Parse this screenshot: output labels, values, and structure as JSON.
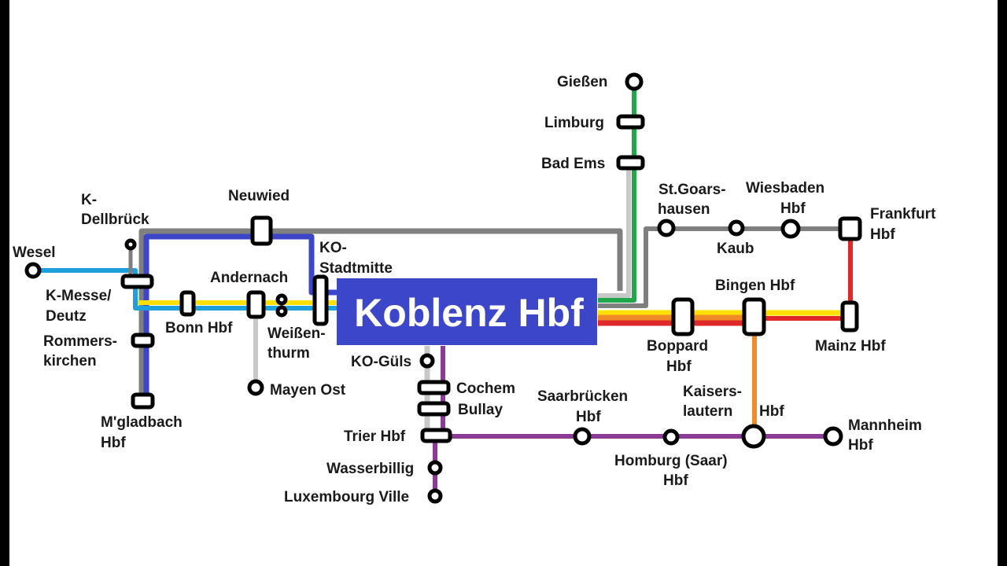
{
  "map": {
    "title": "Koblenz Hbf",
    "colors": {
      "background": "#ffffff",
      "frame": "#000000",
      "title_box": "#3c46c8",
      "title_text": "#ffffff",
      "stations": "#000000",
      "labels": "#1a1a1a"
    },
    "lines": [
      {
        "id": "north-rhine-left",
        "color": "#ffe000",
        "stations": [
          "Koblenz Hbf",
          "Weißen-thurm",
          "Andernach",
          "Bonn Hbf",
          "K-Messe/ Deutz"
        ]
      },
      {
        "id": "wesel",
        "color": "#1ea0dc",
        "stations": [
          "Koblenz Hbf",
          "Weißen-thurm",
          "Andernach",
          "Bonn Hbf",
          "K-Messe/ Deutz",
          "Wesel"
        ]
      },
      {
        "id": "right-rhine",
        "color": "#7f7f7f",
        "stations": [
          "Koblenz Hbf",
          "Neuwied",
          "K-Messe/ Deutz",
          "Rommers-kirchen",
          "M'gladbach Hbf"
        ]
      },
      {
        "id": "stadtmitte",
        "color": "#3c46c8",
        "stations": [
          "Koblenz Hbf",
          "KO-Stadtmitte",
          "Neuwied",
          "K-Dellbrück",
          "K-Messe/ Deutz",
          "M'gladbach Hbf"
        ]
      },
      {
        "id": "lahn",
        "color": "#22a84a",
        "stations": [
          "Koblenz Hbf",
          "Bad Ems",
          "Limburg",
          "Gießen"
        ]
      },
      {
        "id": "lahn-local",
        "color": "#c8c8c8",
        "stations": [
          "Koblenz Hbf",
          "Bad Ems"
        ]
      },
      {
        "id": "eifel",
        "color": "#c8c8c8",
        "stations": [
          "Andernach",
          "Mayen Ost"
        ]
      },
      {
        "id": "moselle-local",
        "color": "#c8c8c8",
        "stations": [
          "Koblenz Hbf",
          "KO-Güls",
          "Cochem",
          "Bullay",
          "Trier Hbf"
        ]
      },
      {
        "id": "rhine-right-bank",
        "color": "#7f7f7f",
        "stations": [
          "Koblenz Hbf",
          "St.Goars-hausen",
          "Kaub",
          "Wiesbaden Hbf",
          "Frankfurt Hbf"
        ]
      },
      {
        "id": "rhine-mainz",
        "color": "#ffe000",
        "stations": [
          "Koblenz Hbf",
          "Boppard Hbf",
          "Bingen Hbf",
          "Mainz Hbf"
        ]
      },
      {
        "id": "rhine-frankfurt",
        "color": "#e02828",
        "stations": [
          "Koblenz Hbf",
          "Boppard Hbf",
          "Bingen Hbf",
          "Mainz Hbf",
          "Frankfurt Hbf"
        ]
      },
      {
        "id": "nahe",
        "color": "#f08c28",
        "stations": [
          "Koblenz Hbf",
          "Boppard Hbf",
          "Bingen Hbf",
          "Kaiserslautern Hbf"
        ]
      },
      {
        "id": "moselle-saar",
        "color": "#8c3c96",
        "stations": [
          "Koblenz Hbf",
          "Cochem",
          "Bullay",
          "Trier Hbf",
          "Wasserbillig",
          "Luxembourg Ville"
        ]
      },
      {
        "id": "saar-pfalz",
        "color": "#8c3c96",
        "stations": [
          "Trier Hbf",
          "Saarbrücken Hbf",
          "Homburg (Saar) Hbf",
          "Kaiserslautern Hbf",
          "Mannheim Hbf"
        ]
      }
    ],
    "labels": {
      "giessen": "Gießen",
      "limburg": "Limburg",
      "bad_ems": "Bad Ems",
      "neuwied": "Neuwied",
      "k_dellbrueck_1": "K-",
      "k_dellbrueck_2": "Dellbrück",
      "wesel": "Wesel",
      "ko_stadtmitte_1": "KO-",
      "ko_stadtmitte_2": "Stadtmitte",
      "andernach": "Andernach",
      "k_messe_1": "K-Messe/",
      "k_messe_2": "Deutz",
      "bonn": "Bonn Hbf",
      "weissenthurm_1": "Weißen-",
      "weissenthurm_2": "thurm",
      "rommerskirchen_1": "Rommers-",
      "rommerskirchen_2": "kirchen",
      "mayen": "Mayen Ost",
      "mgladbach_1": "M'gladbach",
      "mgladbach_2": "Hbf",
      "ko_guels": "KO-Güls",
      "cochem": "Cochem",
      "bullay": "Bullay",
      "trier": "Trier Hbf",
      "wasserbillig": "Wasserbillig",
      "luxembourg": "Luxembourg Ville",
      "st_goarshausen_1": "St.Goars-",
      "st_goarshausen_2": "hausen",
      "kaub": "Kaub",
      "wiesbaden_1": "Wiesbaden",
      "wiesbaden_2": "Hbf",
      "frankfurt_1": "Frankfurt",
      "frankfurt_2": "Hbf",
      "bingen": "Bingen Hbf",
      "boppard_1": "Boppard",
      "boppard_2": "Hbf",
      "mainz": "Mainz Hbf",
      "saarbruecken_1": "Saarbrücken",
      "saarbruecken_2": "Hbf",
      "kaiserslautern_1": "Kaisers-",
      "kaiserslautern_2": "lautern",
      "kaiserslautern_3": "Hbf",
      "homburg_1": "Homburg (Saar)",
      "homburg_2": "Hbf",
      "mannheim_1": "Mannheim",
      "mannheim_2": "Hbf"
    }
  }
}
